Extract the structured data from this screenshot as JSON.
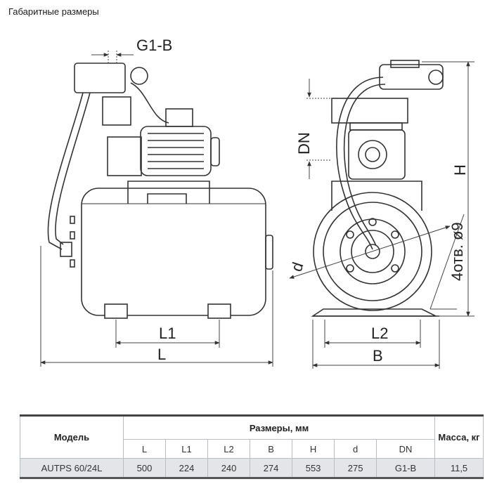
{
  "title": "Габаритные размеры",
  "labels": {
    "g1b": "G1-B",
    "l1": "L1",
    "l": "L",
    "dn": "DN",
    "h": "H",
    "d": "d",
    "holes": "4отв. ø9",
    "l2": "L2",
    "b": "B"
  },
  "table": {
    "model_header": "Модель",
    "dims_header": "Размеры, мм",
    "mass_header": "Масса, кг",
    "columns": [
      "L",
      "L1",
      "L2",
      "B",
      "H",
      "d",
      "DN"
    ],
    "rows": [
      {
        "model": "AUTPS 60/24L",
        "values": [
          "500",
          "224",
          "240",
          "274",
          "553",
          "275",
          "G1-B"
        ],
        "mass": "11,5"
      }
    ]
  }
}
